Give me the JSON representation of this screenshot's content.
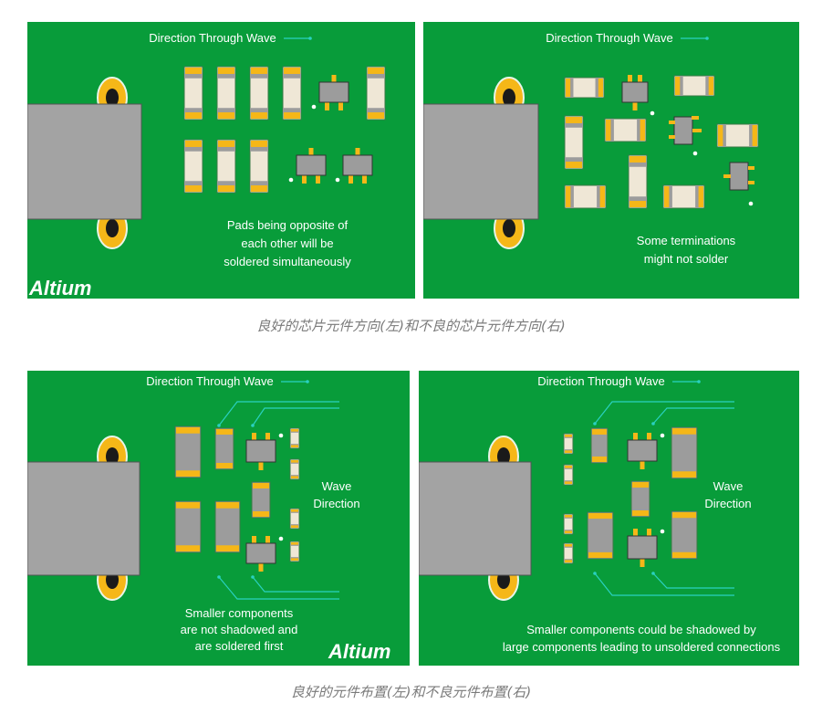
{
  "colors": {
    "board": "#089c3a",
    "pad": "#f5b718",
    "body": "#9c9c9c",
    "ceramic": "#efe7d6",
    "hole": "#1a1a1a",
    "arrow": "#2ad1c0"
  },
  "panels": [
    {
      "title": "Direction Through Wave",
      "note": [
        "Pads being opposite of",
        "each other will be",
        "soldered simultaneously"
      ],
      "logo": "Altium"
    },
    {
      "title": "Direction Through Wave",
      "note": [
        "Some terminations",
        "might not solder"
      ]
    },
    {
      "title": "Direction Through Wave",
      "wave": [
        "Wave",
        "Direction"
      ],
      "note": [
        "Smaller components",
        "are not shadowed and",
        "are soldered first"
      ],
      "logo": "Altium"
    },
    {
      "title": "Direction Through Wave",
      "wave": [
        "Wave",
        "Direction"
      ],
      "note": [
        "Smaller components could be shadowed by",
        "large components leading to unsoldered connections"
      ]
    }
  ],
  "captions": [
    "良好的芯片元件方向(左)和不良的芯片元件方向(右)",
    "良好的元件布置(左)和不良元件布置(右)"
  ]
}
